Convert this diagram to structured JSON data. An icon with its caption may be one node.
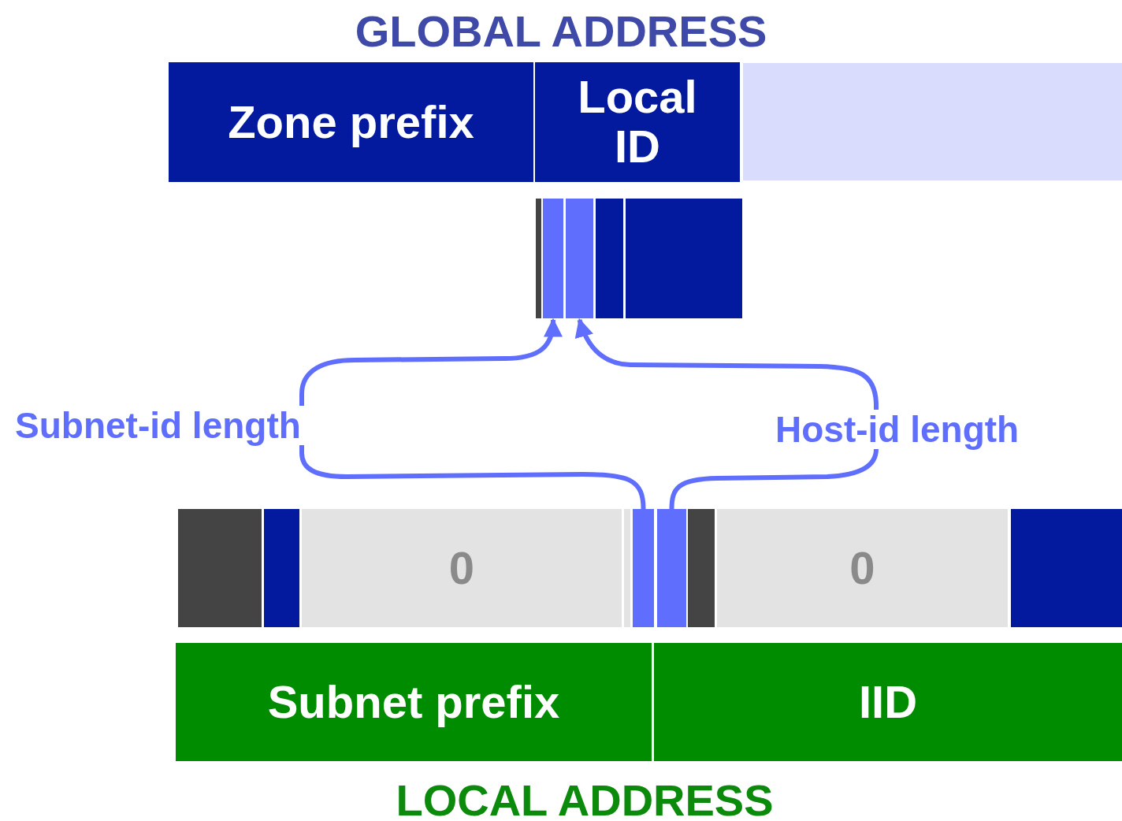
{
  "diagram": {
    "title": "GLOBAL ADDRESS",
    "caption": "LOCAL ADDRESS",
    "nodes": [
      {
        "text": [
          "Zone prefix"
        ]
      },
      {
        "text": [
          "Local ID"
        ]
      },
      {
        "text": [],
        "shape": "bar"
      },
      {
        "text": [],
        "shape": "bar"
      },
      {
        "text": [],
        "shape": "bar"
      },
      {
        "text": [],
        "shape": "bar"
      },
      {
        "text": [],
        "shape": "bar"
      },
      {
        "text": [],
        "shape": "bar"
      },
      {
        "text": [],
        "shape": "bar"
      },
      {
        "text": [],
        "shape": "bar"
      },
      {
        "text": [
          "0"
        ]
      },
      {
        "text": [],
        "shape": "bar"
      },
      {
        "text": [],
        "shape": "bar"
      },
      {
        "text": [],
        "shape": "bar"
      },
      {
        "text": [],
        "shape": "bar"
      },
      {
        "text": [
          "0"
        ]
      },
      {
        "text": [],
        "shape": "bar"
      },
      {
        "text": [
          "Subnet prefix"
        ]
      },
      {
        "text": [
          "IID"
        ]
      }
    ],
    "edges": [
      {
        "from": 12,
        "to": 4,
        "arrow": "to",
        "label": "Subnet-id length"
      },
      {
        "from": 13,
        "to": 5,
        "arrow": "to",
        "label": "Host-id length"
      }
    ]
  }
}
